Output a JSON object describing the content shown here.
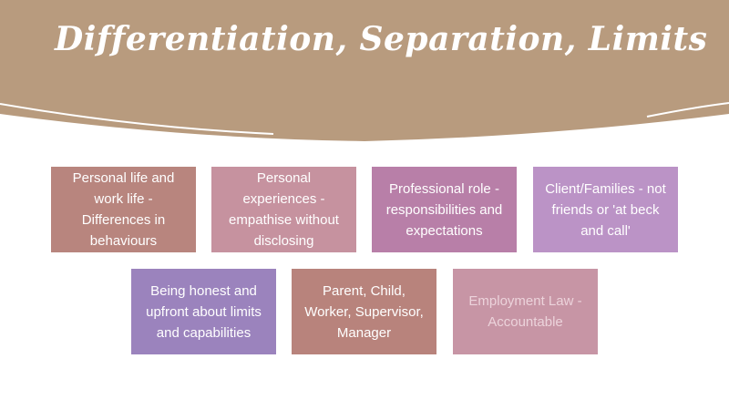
{
  "title": "Differentiation, Separation, Limits",
  "colors": {
    "header": "#b89b7e"
  },
  "boxes": [
    {
      "text": "Personal life and work life - Differences in behaviours",
      "color": "#b8857e"
    },
    {
      "text": "Personal experiences - empathise without disclosing",
      "color": "#c6929f"
    },
    {
      "text": "Professional role - responsibilities and expectations",
      "color": "#b87fa8"
    },
    {
      "text": "Client/Families - not friends or 'at beck and call'",
      "color": "#bb93c6"
    },
    {
      "text": "Being honest and upfront about limits and capabilities",
      "color": "#9b83bd"
    },
    {
      "text": "Parent, Child, Worker, Supervisor, Manager",
      "color": "#b8837c"
    },
    {
      "text": "Employment Law - Accountable",
      "color": "#c795a5"
    }
  ]
}
